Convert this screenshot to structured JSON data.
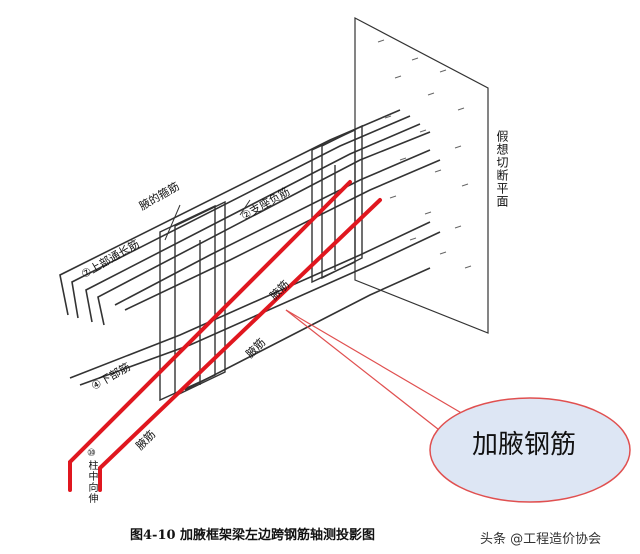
{
  "labels": {
    "plane": "假想切断平面",
    "haunch_coil": "腋的箍筋",
    "top_bar": "⑦上部通长筋",
    "support_neg": "②支座负筋",
    "haunch_upper": "腋筋",
    "haunch_mid": "腋筋",
    "haunch_lower": "腋筋",
    "bottom_bar": "④下部筋",
    "column_axis": "⑩柱中向伸"
  },
  "callout": {
    "text": "加腋钢筋"
  },
  "caption": "图4-10   加腋框架梁左边跨钢筋轴测投影图",
  "watermark": "头条 @工程造价协会",
  "colors": {
    "haunch_bar": "#e0171f",
    "steel": "#333333",
    "callout_fill": "#dde6f4",
    "callout_stroke": "#e05050"
  }
}
